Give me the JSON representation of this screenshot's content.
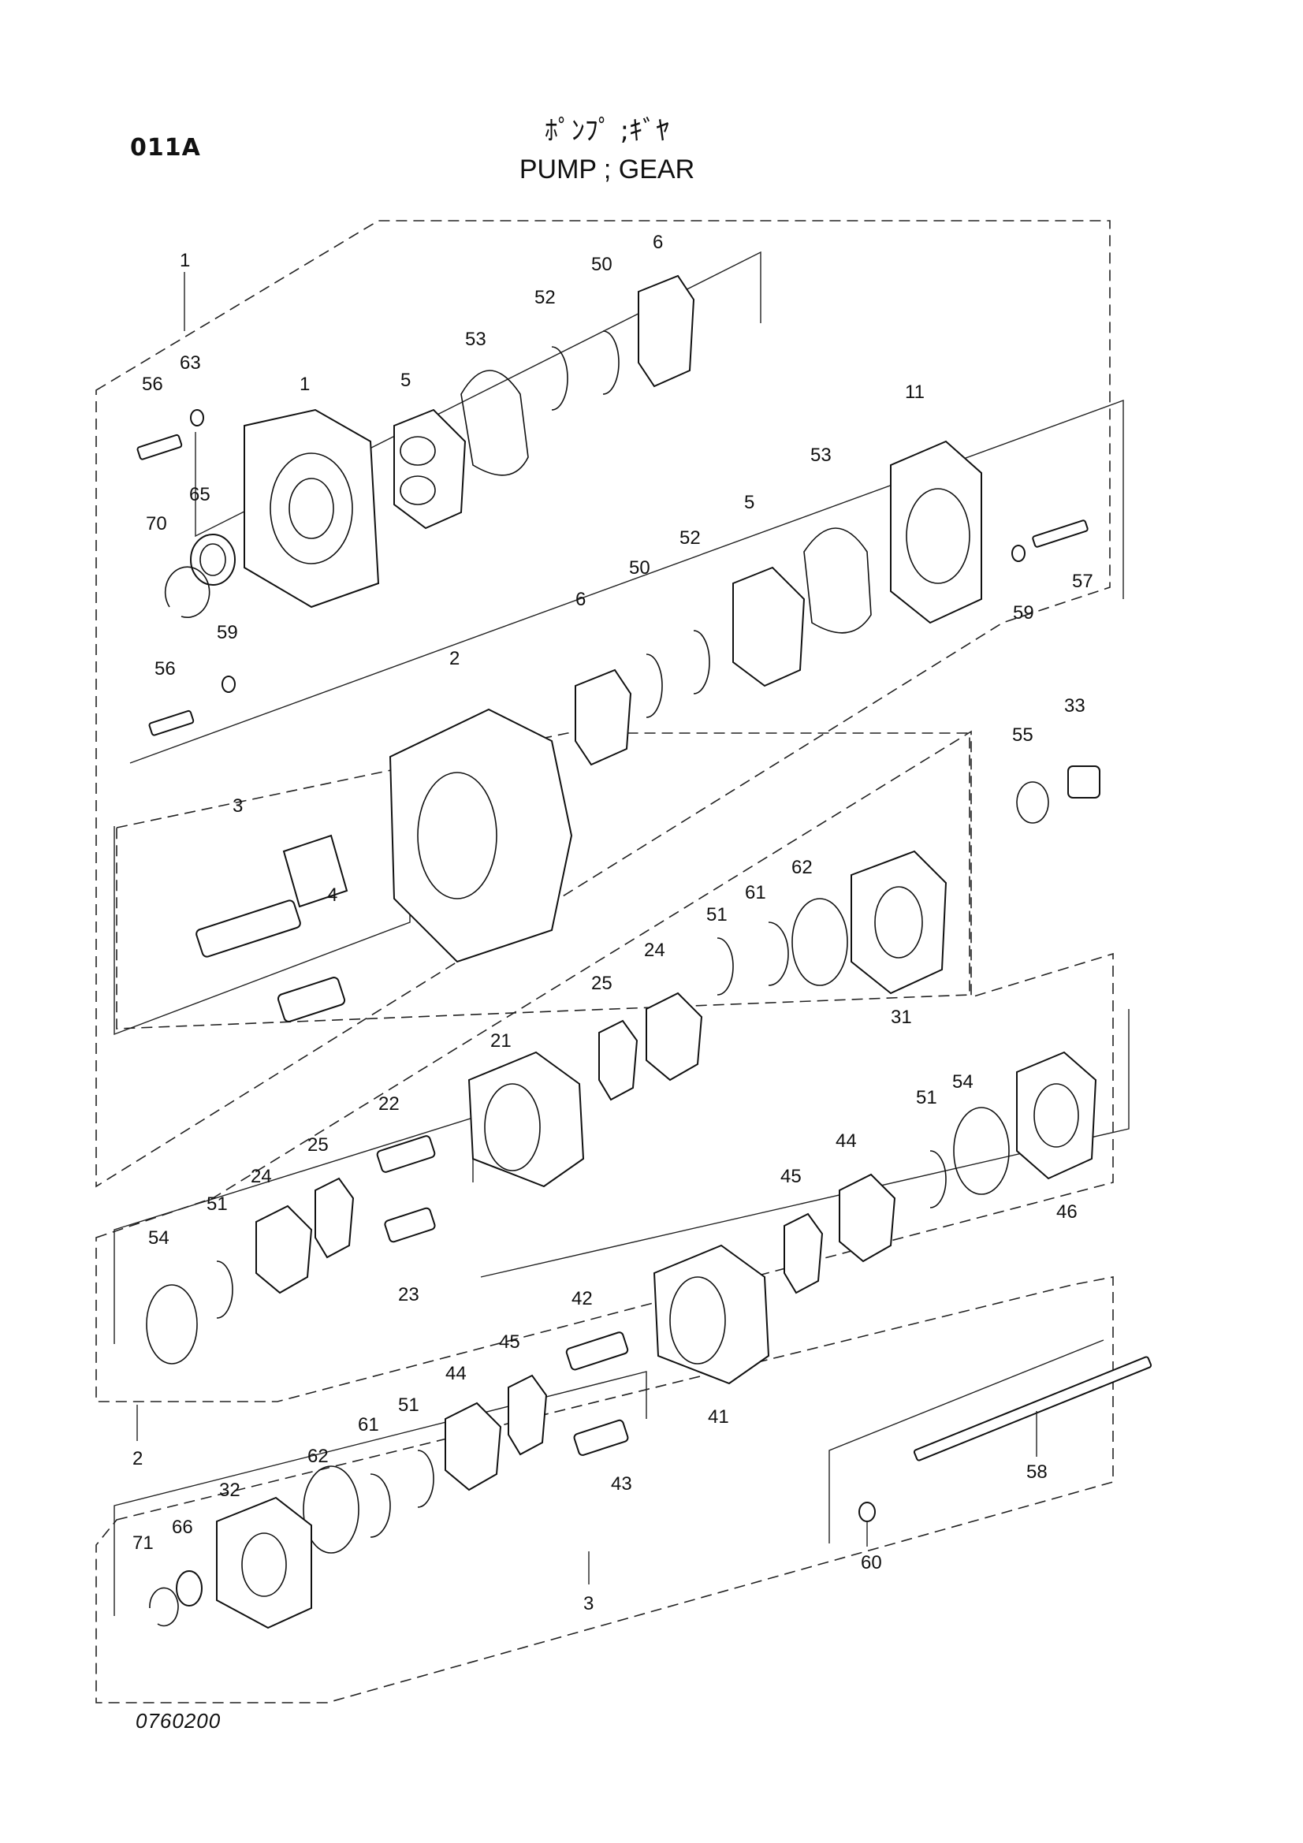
{
  "header": {
    "code": "011A",
    "title_jp": "ﾎﾟﾝﾌﾟ ;ｷﾞﾔ",
    "title_en": "PUMP ; GEAR"
  },
  "footer": {
    "drawing_number": "0760200"
  },
  "diagram": {
    "callouts": [
      "1",
      "56",
      "63",
      "1",
      "5",
      "53",
      "52",
      "50",
      "6",
      "65",
      "70",
      "11",
      "53",
      "5",
      "52",
      "50",
      "6",
      "57",
      "59",
      "59",
      "56",
      "2",
      "3",
      "4",
      "55",
      "33",
      "62",
      "61",
      "51",
      "24",
      "25",
      "31",
      "21",
      "22",
      "25",
      "24",
      "51",
      "54",
      "23",
      "51",
      "54",
      "44",
      "45",
      "46",
      "42",
      "45",
      "44",
      "51",
      "61",
      "62",
      "32",
      "66",
      "71",
      "41",
      "43",
      "58",
      "60",
      "2",
      "3"
    ]
  }
}
